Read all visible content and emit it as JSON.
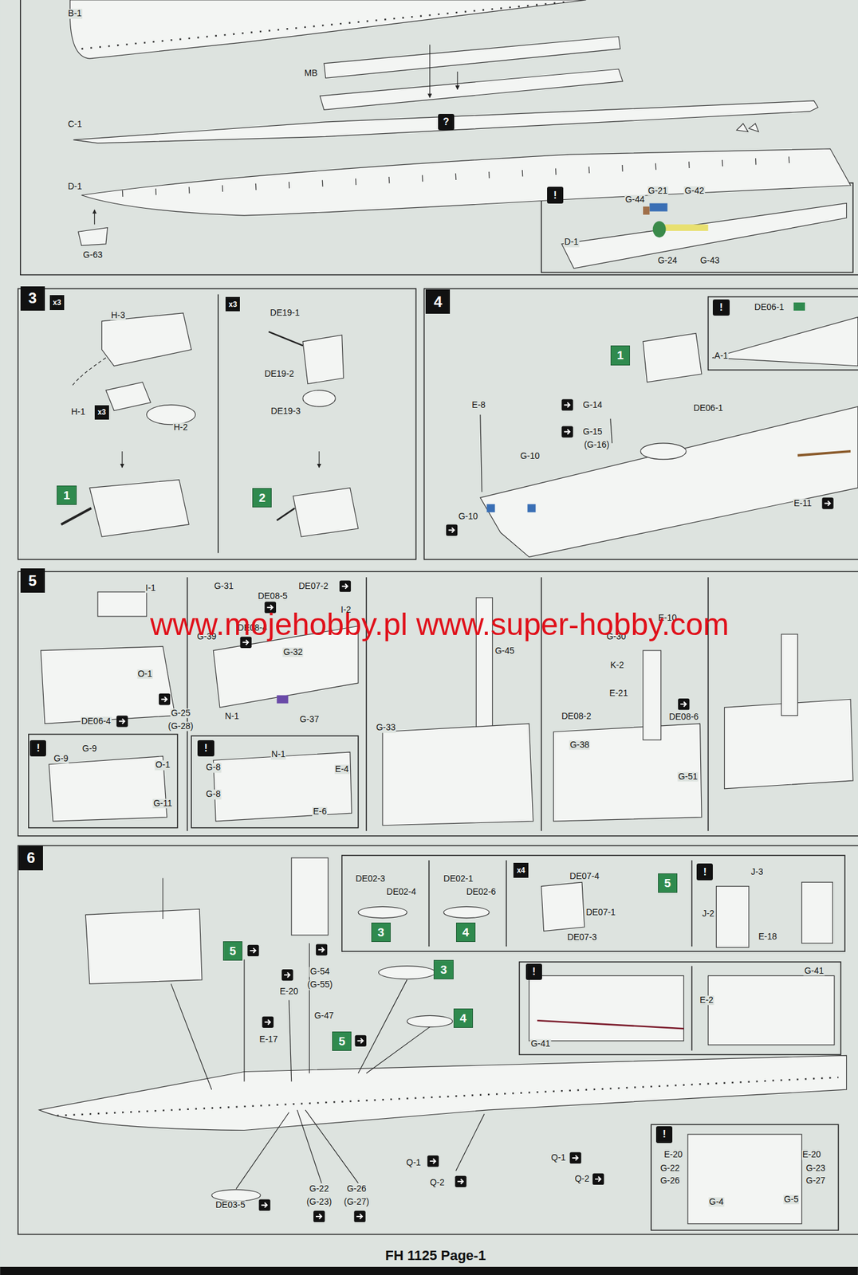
{
  "diagram": {
    "nodes": [
      {
        "text": [
          "?"
        ]
      },
      {
        "text": [
          "!"
        ]
      },
      {
        "text": [
          "3"
        ]
      },
      {
        "text": [
          "x3"
        ]
      },
      {
        "text": [
          "x3"
        ]
      },
      {
        "text": [
          "1"
        ]
      },
      {
        "text": [
          "x3"
        ]
      },
      {
        "text": [
          "2"
        ]
      },
      {
        "text": [
          "4"
        ]
      },
      {
        "text": [
          "!"
        ]
      },
      {
        "text": [
          "1"
        ]
      },
      {
        "text": [
          "5"
        ]
      },
      {
        "text": [
          "!"
        ]
      },
      {
        "text": [
          "!"
        ]
      },
      {
        "text": [
          "6"
        ]
      },
      {
        "text": [
          "3"
        ]
      },
      {
        "text": [
          "4"
        ]
      },
      {
        "text": [
          "x4"
        ]
      },
      {
        "text": [
          "5"
        ]
      },
      {
        "text": [
          "!"
        ]
      },
      {
        "text": [
          "!"
        ]
      },
      {
        "text": [
          "5"
        ]
      },
      {
        "text": [
          "3"
        ]
      },
      {
        "text": [
          "4"
        ]
      },
      {
        "text": [
          "5"
        ]
      },
      {
        "text": [
          "!"
        ]
      }
    ],
    "labels": [
      "B-1",
      "MB",
      "C-1",
      "D-1",
      "G-63",
      "G-44",
      "G-21",
      "G-42",
      "D-1",
      "G-24",
      "G-43",
      "H-3",
      "H-1",
      "H-2",
      "DE19-1",
      "DE19-2",
      "DE19-3",
      "DE06-1",
      "A-1",
      "E-8",
      "G-14",
      "G-15",
      "(G-16)",
      "DE06-1",
      "G-10",
      "G-10",
      "E-11",
      "I-1",
      "O-1",
      "G-25",
      "(G-28)",
      "DE06-4",
      "G-9",
      "G-9",
      "O-1",
      "G-11",
      "G-31",
      "DE08-5",
      "DE07-2",
      "I-2",
      "G-39",
      "DE08-4",
      "G-32",
      "N-1",
      "G-37",
      "N-1",
      "G-8",
      "G-8",
      "E-4",
      "E-6",
      "G-45",
      "G-33",
      "E-10",
      "G-30",
      "K-2",
      "E-21",
      "DE08-2",
      "DE08-6",
      "G-38",
      "G-51",
      "www.mojehobby.pl www.super-hobby.com",
      "DE02-3",
      "DE02-4",
      "DE02-1",
      "DE02-6",
      "DE07-4",
      "DE07-1",
      "DE07-3",
      "J-3",
      "J-2",
      "E-18",
      "G-41",
      "G-41",
      "E-2",
      "E-20",
      "G-54",
      "(G-55)",
      "E-17",
      "G-47",
      "DE03-5",
      "G-22",
      "(G-23)",
      "G-26",
      "(G-27)",
      "Q-1",
      "Q-2",
      "Q-1",
      "Q-2",
      "E-20",
      "E-20",
      "G-22",
      "G-23",
      "G-26",
      "G-27",
      "G-4",
      "G-5",
      "FH 1125 Page-1"
    ]
  }
}
